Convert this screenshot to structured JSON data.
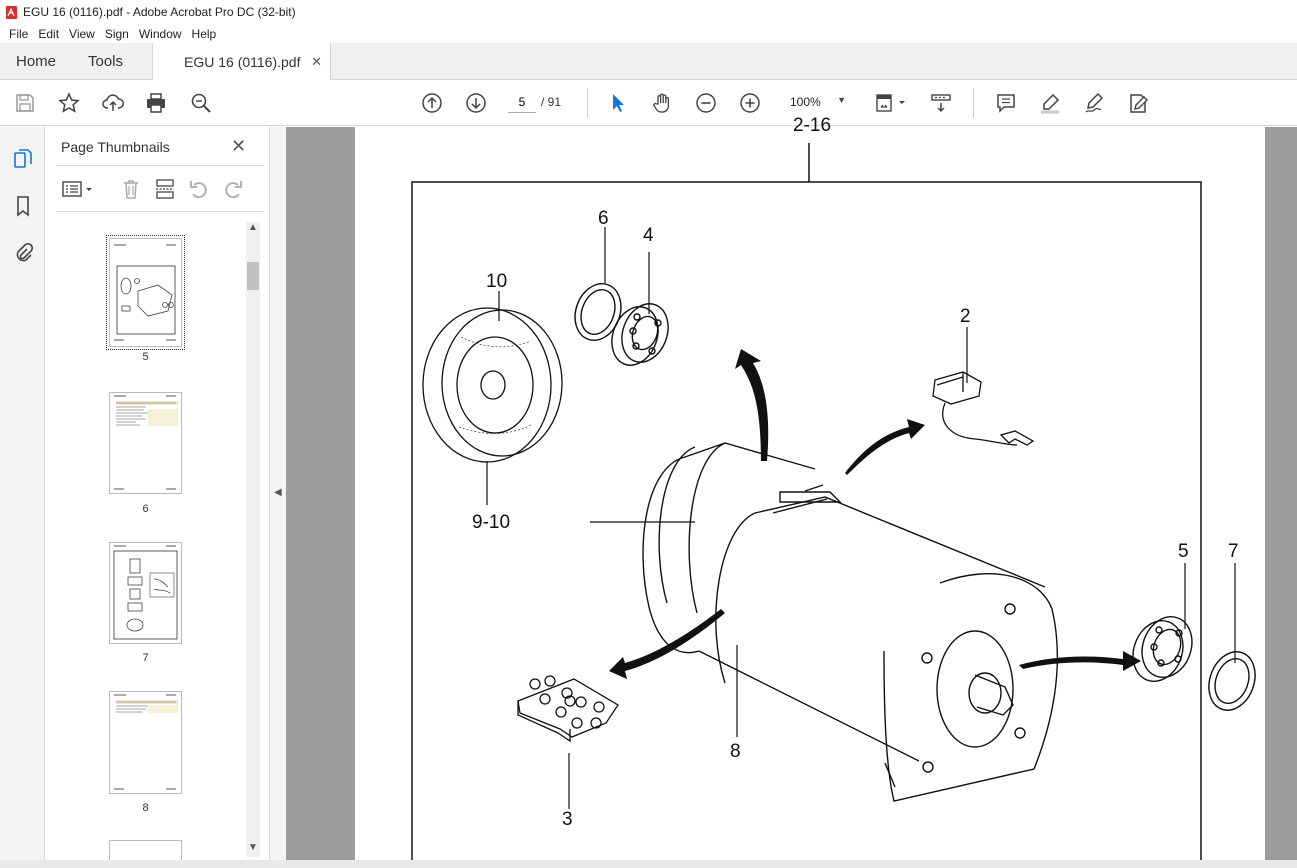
{
  "window": {
    "title": "EGU 16 (0116).pdf - Adobe Acrobat Pro DC (32-bit)"
  },
  "menu": [
    "File",
    "Edit",
    "View",
    "Sign",
    "Window",
    "Help"
  ],
  "tabs": {
    "home": "Home",
    "tools": "Tools",
    "document": "EGU 16 (0116).pdf"
  },
  "toolbar": {
    "current_page": "5",
    "total_pages": "/ 91",
    "zoom": "100%"
  },
  "panel": {
    "title": "Page Thumbnails",
    "pages": [
      "5",
      "6",
      "7",
      "8"
    ]
  },
  "drawing": {
    "callouts": [
      "6",
      "4",
      "10",
      "2",
      "9-10",
      "5",
      "7",
      "8",
      "3"
    ],
    "header_fragment": "2-16"
  },
  "colors": {
    "accent": "#1473e6",
    "pdf_red": "#d3302f",
    "canvas": "#9c9c9c"
  }
}
